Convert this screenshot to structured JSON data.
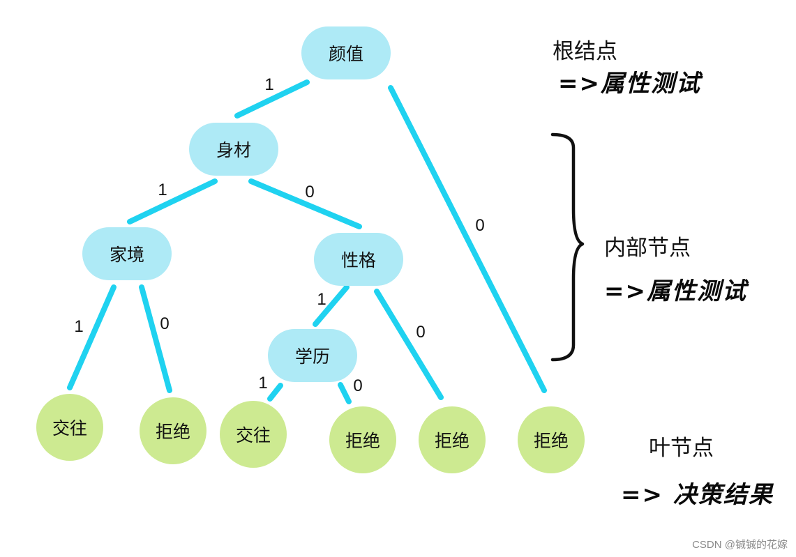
{
  "colors": {
    "edge": "#1fd2f0",
    "internal_node": "#aeeaf6",
    "leaf_node": "#cdea91",
    "brace": "#111111"
  },
  "nodes": {
    "root": "颜值",
    "body": "身材",
    "family": "家境",
    "personality": "性格",
    "education": "学历",
    "leaf1": "交往",
    "leaf2": "拒绝",
    "leaf3": "交往",
    "leaf4": "拒绝",
    "leaf5": "拒绝",
    "leaf6": "拒绝"
  },
  "edge_labels": {
    "root_body": "1",
    "root_leaf6": "0",
    "body_family": "1",
    "body_personality": "0",
    "family_leaf1": "1",
    "family_leaf2": "0",
    "personality_education": "1",
    "personality_leaf5": "0",
    "education_leaf3": "1",
    "education_leaf4": "0"
  },
  "annotations": {
    "root_title": "根结点",
    "root_desc": "=>属性测试",
    "internal_title": "内部节点",
    "internal_desc": "=>属性测试",
    "leaf_title": "叶节点",
    "leaf_desc": "=> 决策结果"
  },
  "watermark": "CSDN @铖铖的花嫁"
}
